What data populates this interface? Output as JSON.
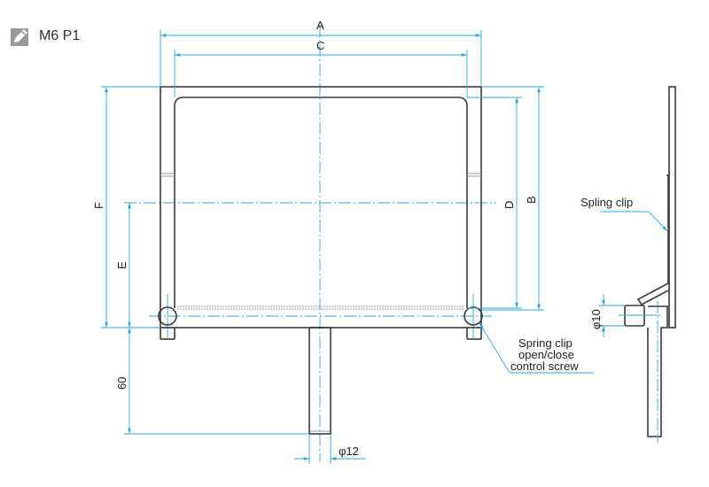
{
  "header": {
    "icon": "pencil-badge-icon",
    "thread_label": "M6 P1"
  },
  "dimensions": {
    "A": "A",
    "B": "B",
    "C": "C",
    "D": "D",
    "E": "E",
    "F": "F",
    "height_60": "60",
    "stem_dia": "φ12",
    "screw_dia": "φ10"
  },
  "callouts": {
    "spring_clip": "Spling clip",
    "screw_line1": "Spring clip",
    "screw_line2": "open/close",
    "screw_line3": "control screw"
  },
  "colors": {
    "outline": "#3a3a3a",
    "dimension": "#29a8e0"
  }
}
